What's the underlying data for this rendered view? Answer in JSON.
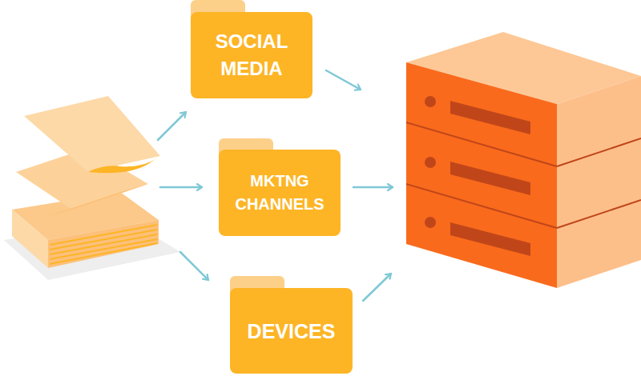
{
  "diagram": {
    "nodes": [
      {
        "text": [
          "SOCIAL MEDIA"
        ]
      },
      {
        "text": [
          "MKTNG CHANNELS"
        ]
      },
      {
        "text": [
          "DEVICES"
        ]
      }
    ]
  }
}
